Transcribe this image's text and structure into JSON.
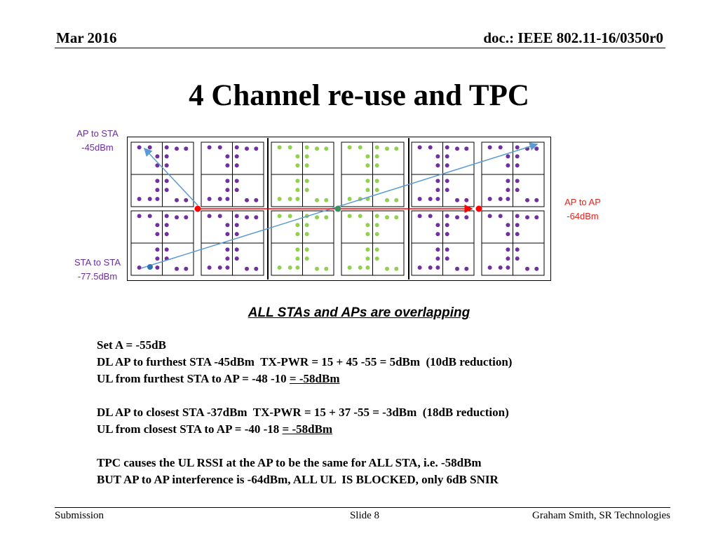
{
  "header": {
    "date": "Mar 2016",
    "doc": "doc.: IEEE 802.11-16/0350r0"
  },
  "title": "4 Channel re-use and TPC",
  "diagram": {
    "labels": {
      "ap_to_sta": [
        "AP to STA",
        "-45dBm"
      ],
      "ap_to_ap": [
        "AP to AP",
        "-64dBm"
      ],
      "sta_to_sta": [
        "STA to STA",
        "-77.5dBm"
      ]
    },
    "colors": {
      "purple_sta": "#7030a0",
      "green_sta": "#92d050",
      "blue_link": "#5b9bd5",
      "red_link": "#ff0000",
      "ap_green": "#3f8f5f"
    }
  },
  "caption": "ALL STAs and APs are overlapping",
  "body": {
    "lines": [
      {
        "pre": "Set A = -55dB",
        "ul": ""
      },
      {
        "pre": "DL AP to furthest STA -45dBm  TX-PWR = 15 + 45 -55 = 5dBm  (10dB reduction)",
        "ul": ""
      },
      {
        "pre": "UL from furthest STA to AP = -48 -10 ",
        "ul": "= -58dBm"
      },
      {
        "pre": "DL AP to closest STA -37dBm  TX-PWR = 15 + 37 -55 = -3dBm  (18dB reduction)",
        "ul": ""
      },
      {
        "pre": "UL from closest STA to AP = -40 -18 ",
        "ul": "= -58dBm"
      },
      {
        "pre": "TPC causes the UL RSSI at the AP to be the same for ALL STA, i.e. -58dBm",
        "ul": ""
      },
      {
        "pre": "BUT AP to AP interference is -64dBm, ALL UL  IS BLOCKED, only 6dB SNIR",
        "ul": ""
      }
    ]
  },
  "footer": {
    "left": "Submission",
    "center": "Slide 8",
    "right": "Graham Smith, SR Technologies"
  }
}
